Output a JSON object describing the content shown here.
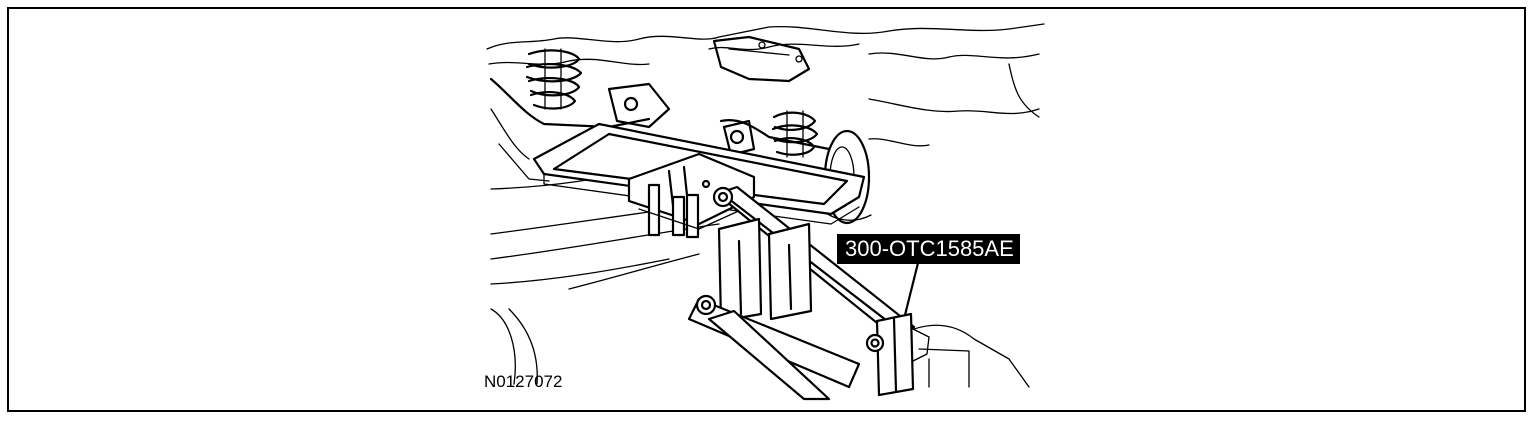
{
  "figure": {
    "callout_label": "300-OTC1585AE",
    "figure_id": "N0127072"
  },
  "icons": {
    "illustration": "transmission-jack-adapter-under-vehicle"
  },
  "colors": {
    "line": "#000000",
    "background": "#ffffff",
    "label_background": "#000000",
    "label_text": "#ffffff"
  }
}
